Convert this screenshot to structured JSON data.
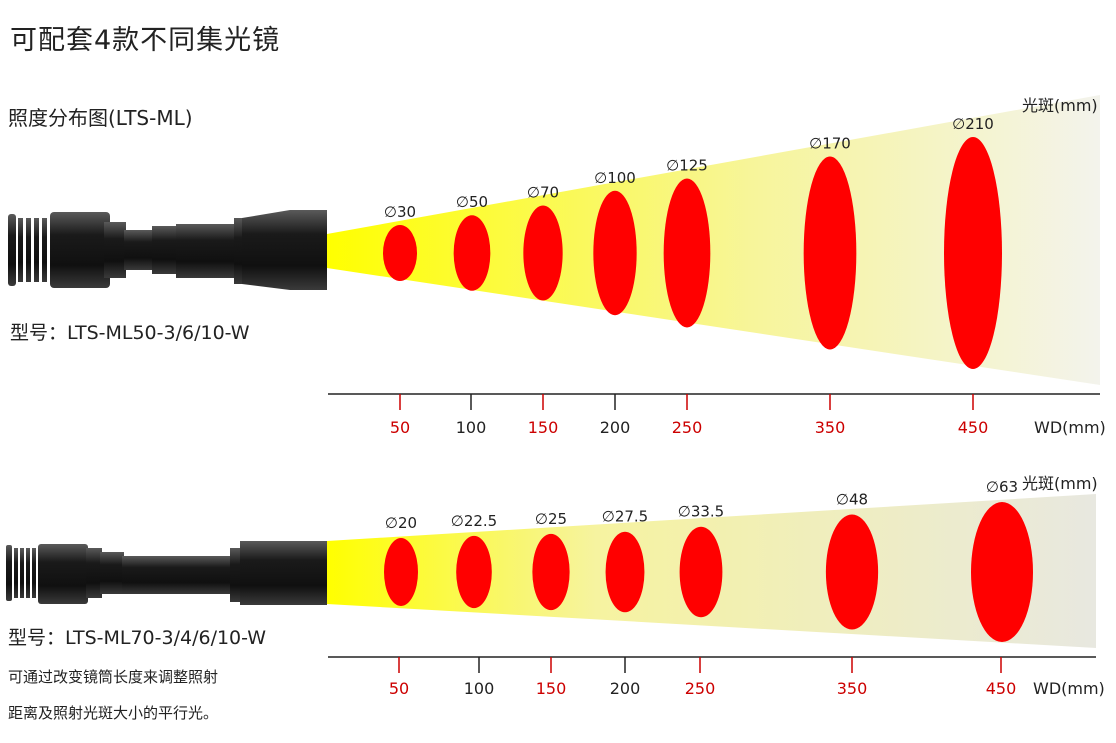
{
  "title": "可配套4款不同集光镜",
  "subtitle": "照度分布图(LTS-ML)",
  "note_lines": [
    "可通过改变镜筒长度来调整照射",
    "距离及照射光斑大小的平行光。"
  ],
  "colors": {
    "spot": "#ff0000",
    "beam_near": "#ffff00",
    "beam_far": "#f2f2ea",
    "axis": "#222222",
    "red_tick": "#cc0000"
  },
  "diagrams": [
    {
      "model_label": "型号：LTS-ML50-3/6/10-W",
      "spot_axis_label": "光斑(mm)",
      "wd_axis_label": "WD(mm)",
      "ticks": [
        {
          "label": "50",
          "red": true
        },
        {
          "label": "100",
          "red": false
        },
        {
          "label": "150",
          "red": true
        },
        {
          "label": "200",
          "red": false
        },
        {
          "label": "250",
          "red": true
        },
        {
          "label": "350",
          "red": true
        },
        {
          "label": "450",
          "red": true
        }
      ],
      "spots": [
        {
          "label": "∅30",
          "diameter_mm": 30
        },
        {
          "label": "∅50",
          "diameter_mm": 50
        },
        {
          "label": "∅70",
          "diameter_mm": 70
        },
        {
          "label": "∅100",
          "diameter_mm": 100
        },
        {
          "label": "∅125",
          "diameter_mm": 125
        },
        {
          "label": "∅170",
          "diameter_mm": 170
        },
        {
          "label": "∅210",
          "diameter_mm": 210
        }
      ]
    },
    {
      "model_label": "型号：LTS-ML70-3/4/6/10-W",
      "spot_axis_label": "光斑(mm)",
      "wd_axis_label": "WD(mm)",
      "ticks": [
        {
          "label": "50",
          "red": true
        },
        {
          "label": "100",
          "red": false
        },
        {
          "label": "150",
          "red": true
        },
        {
          "label": "200",
          "red": false
        },
        {
          "label": "250",
          "red": true
        },
        {
          "label": "350",
          "red": true
        },
        {
          "label": "450",
          "red": true
        }
      ],
      "spots": [
        {
          "label": "∅20",
          "diameter_mm": 20
        },
        {
          "label": "∅22.5",
          "diameter_mm": 22.5
        },
        {
          "label": "∅25",
          "diameter_mm": 25
        },
        {
          "label": "∅27.5",
          "diameter_mm": 27.5
        },
        {
          "label": "∅33.5",
          "diameter_mm": 33.5
        },
        {
          "label": "∅48",
          "diameter_mm": 48
        },
        {
          "label": "∅63",
          "diameter_mm": 63
        }
      ]
    }
  ]
}
